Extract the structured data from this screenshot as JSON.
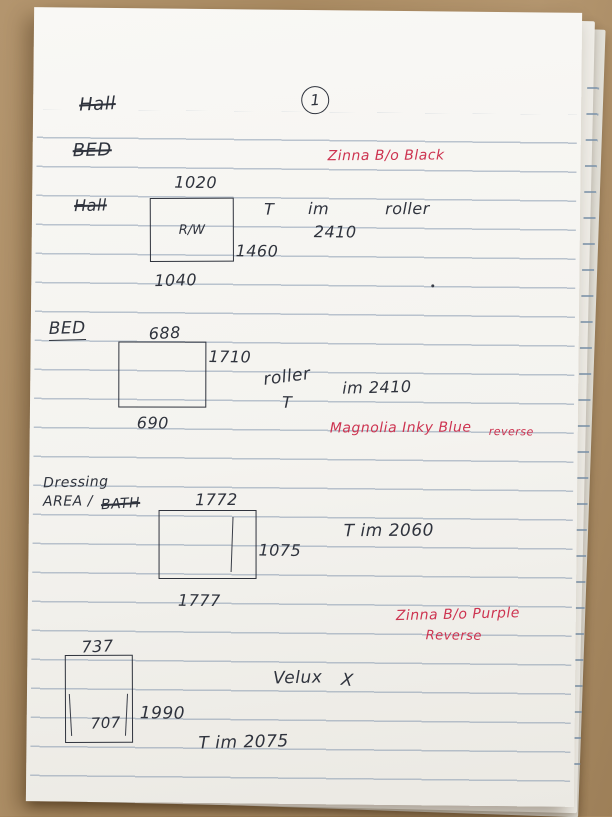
{
  "page_number": "1",
  "header": {
    "hall_crossed": "Hall",
    "bed_crossed": "BED"
  },
  "notes": {
    "black_blind": "Zinna B/o Black",
    "bed_blind": "Magnolia Inky Blue",
    "bed_blind_reverse": "reverse",
    "dressing_blind": "Zinna B/o Purple",
    "dressing_blind_reverse": "Reverse"
  },
  "hall_window": {
    "label": "Hall",
    "width_top": "1020",
    "height_right": "1460",
    "width_bottom": "1040",
    "inner_label": "R/W",
    "t_mark": "T",
    "im": "im",
    "blind_type": "roller",
    "drop": "2410"
  },
  "bed_window": {
    "label": "BED",
    "width_top": "688",
    "height_right": "1710",
    "width_bottom": "690",
    "blind_type": "roller",
    "t_mark": "T",
    "drop": "im 2410"
  },
  "dressing_window": {
    "label_line1": "Dressing",
    "label_line2_a": "AREA /",
    "label_line2_b": "BATH",
    "width_top": "1772",
    "height_right": "1075",
    "width_bottom": "1777",
    "drop": "T im 2060"
  },
  "velux_window": {
    "width_top": "737",
    "width_inner": "707",
    "height_right": "1990",
    "label": "Velux",
    "x_mark": "X",
    "drop": "T im 2075"
  }
}
